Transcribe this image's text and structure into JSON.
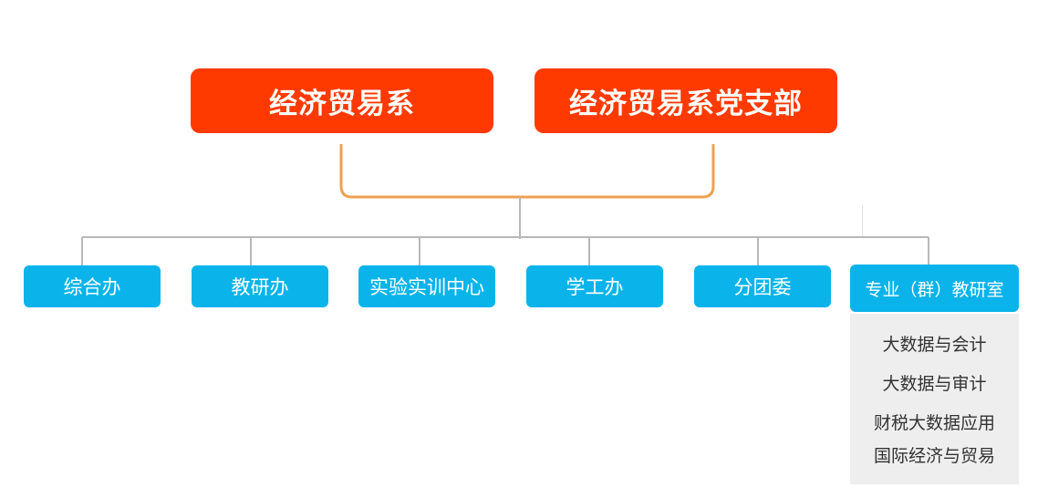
{
  "top": {
    "left_label": "经济贸易系",
    "right_label": "经济贸易系党支部"
  },
  "units": [
    {
      "label": "综合办"
    },
    {
      "label": "教研办"
    },
    {
      "label": "实验实训中心"
    },
    {
      "label": "学工办"
    },
    {
      "label": "分团委"
    },
    {
      "label": "专业（群）教研室"
    }
  ],
  "sub_units": [
    {
      "label": "大数据与会计"
    },
    {
      "label": "大数据与审计"
    },
    {
      "label": "财税大数据应用"
    },
    {
      "label": "国际经济与贸易"
    }
  ],
  "colors": {
    "top_box": "#ff3a00",
    "unit_box": "#0ab4ea",
    "bracket": "#f0a050",
    "connector": "#b8b8b8",
    "sub_panel": "#eeeeee"
  }
}
